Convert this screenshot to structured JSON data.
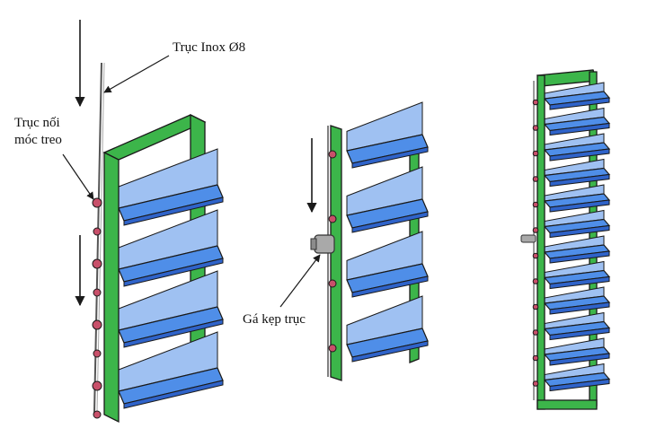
{
  "labels": {
    "shaft": "Trục Inox Ø8",
    "hook_line1": "Trục nối",
    "hook_line2": "móc treo",
    "clamp": "Gá kẹp trục"
  },
  "colors": {
    "frame": "#3cb54a",
    "slat_top": "#4f8ee8",
    "slat_front": "#2f63c9",
    "slat_back": "#9fc1f2",
    "outline": "#1a1a1a",
    "hinge": "#c8506a",
    "clamp": "#a9a9a9"
  },
  "assemblies": [
    {
      "name": "large-louver",
      "slats": 4
    },
    {
      "name": "medium-louver",
      "slats": 4
    },
    {
      "name": "tall-louver",
      "slats": 12
    }
  ]
}
